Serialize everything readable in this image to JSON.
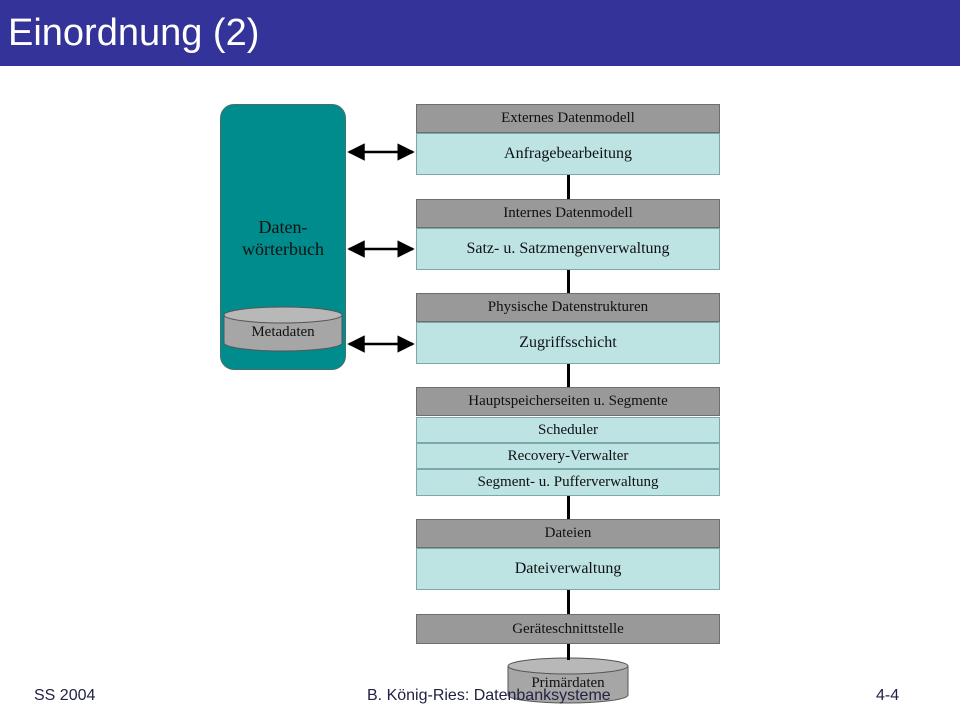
{
  "slide": {
    "title": "Einordnung (2)",
    "footer_left": "SS 2004",
    "footer_center": "B. König-Ries: Datenbanksysteme",
    "footer_right": "4-4"
  },
  "dictionary": {
    "label_line1": "Daten-",
    "label_line2": "wörterbuch",
    "metadata_label": "Metadaten"
  },
  "layers": [
    {
      "header": "Externes Datenmodell",
      "body": "Anfragebearbeitung"
    },
    {
      "header": "Internes Datenmodell",
      "body": "Satz- u. Satzmengenverwaltung"
    },
    {
      "header": "Physische Datenstrukturen",
      "body": "Zugriffsschicht"
    },
    {
      "header": "Hauptspeicherseiten u. Segmente",
      "sublayers": [
        "Scheduler",
        "Recovery-Verwalter",
        "Segment- u. Pufferverwaltung"
      ]
    },
    {
      "header": "Dateien",
      "body": "Dateiverwaltung"
    },
    {
      "header": "Geräteschnittstelle"
    }
  ],
  "storage": {
    "label": "Primärdaten"
  },
  "colors": {
    "title_bar": "#33339a",
    "header_fill": "#999999",
    "body_fill": "#bde3e3",
    "dictionary_fill": "#008c8c",
    "cylinder_fill": "#a6a6a6"
  }
}
